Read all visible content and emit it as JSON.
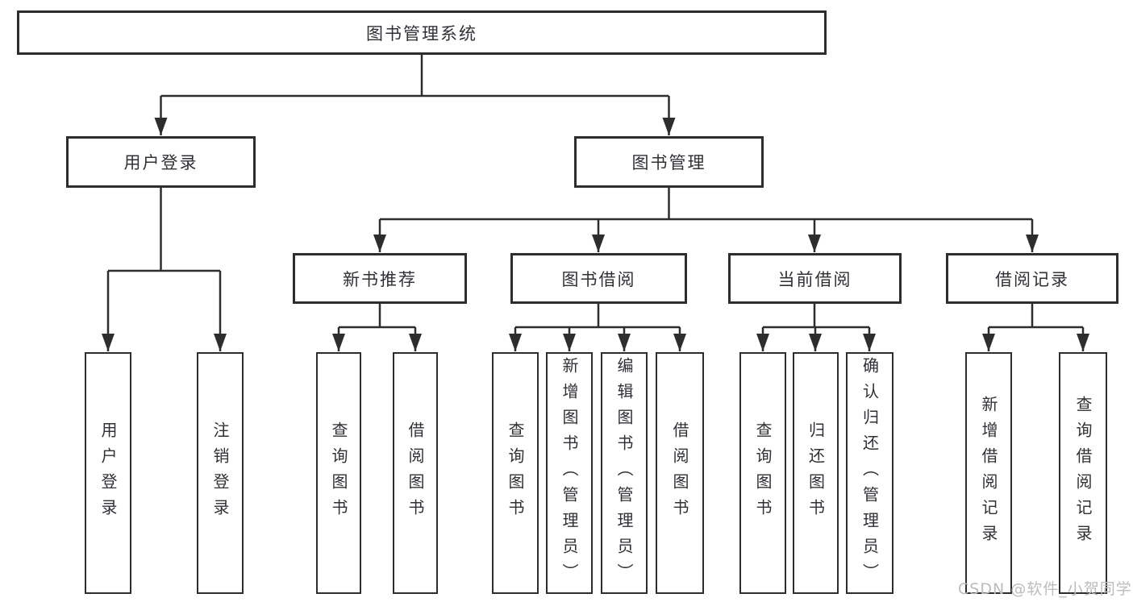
{
  "tree": {
    "label": "图书管理系统",
    "children": [
      {
        "label": "用户登录",
        "children": [
          {
            "label": "用户登录"
          },
          {
            "label": "注销登录"
          }
        ]
      },
      {
        "label": "图书管理",
        "children": [
          {
            "label": "新书推荐",
            "children": [
              {
                "label": "查询图书"
              },
              {
                "label": "借阅图书"
              }
            ]
          },
          {
            "label": "图书借阅",
            "children": [
              {
                "label": "查询图书"
              },
              {
                "label": "新增图书（管理员）"
              },
              {
                "label": "编辑图书（管理员）"
              },
              {
                "label": "借阅图书"
              }
            ]
          },
          {
            "label": "当前借阅",
            "children": [
              {
                "label": "查询图书"
              },
              {
                "label": "归还图书"
              },
              {
                "label": "确认归还（管理员）"
              }
            ]
          },
          {
            "label": "借阅记录",
            "children": [
              {
                "label": "新增借阅记录"
              },
              {
                "label": "查询借阅记录"
              }
            ]
          }
        ]
      }
    ]
  },
  "watermark": "CSDN @软件_小贺同学",
  "colors": {
    "line": "#2d2d2d",
    "text": "#2f3136",
    "watermark": "#bcbcbc",
    "background": "#ffffff"
  }
}
